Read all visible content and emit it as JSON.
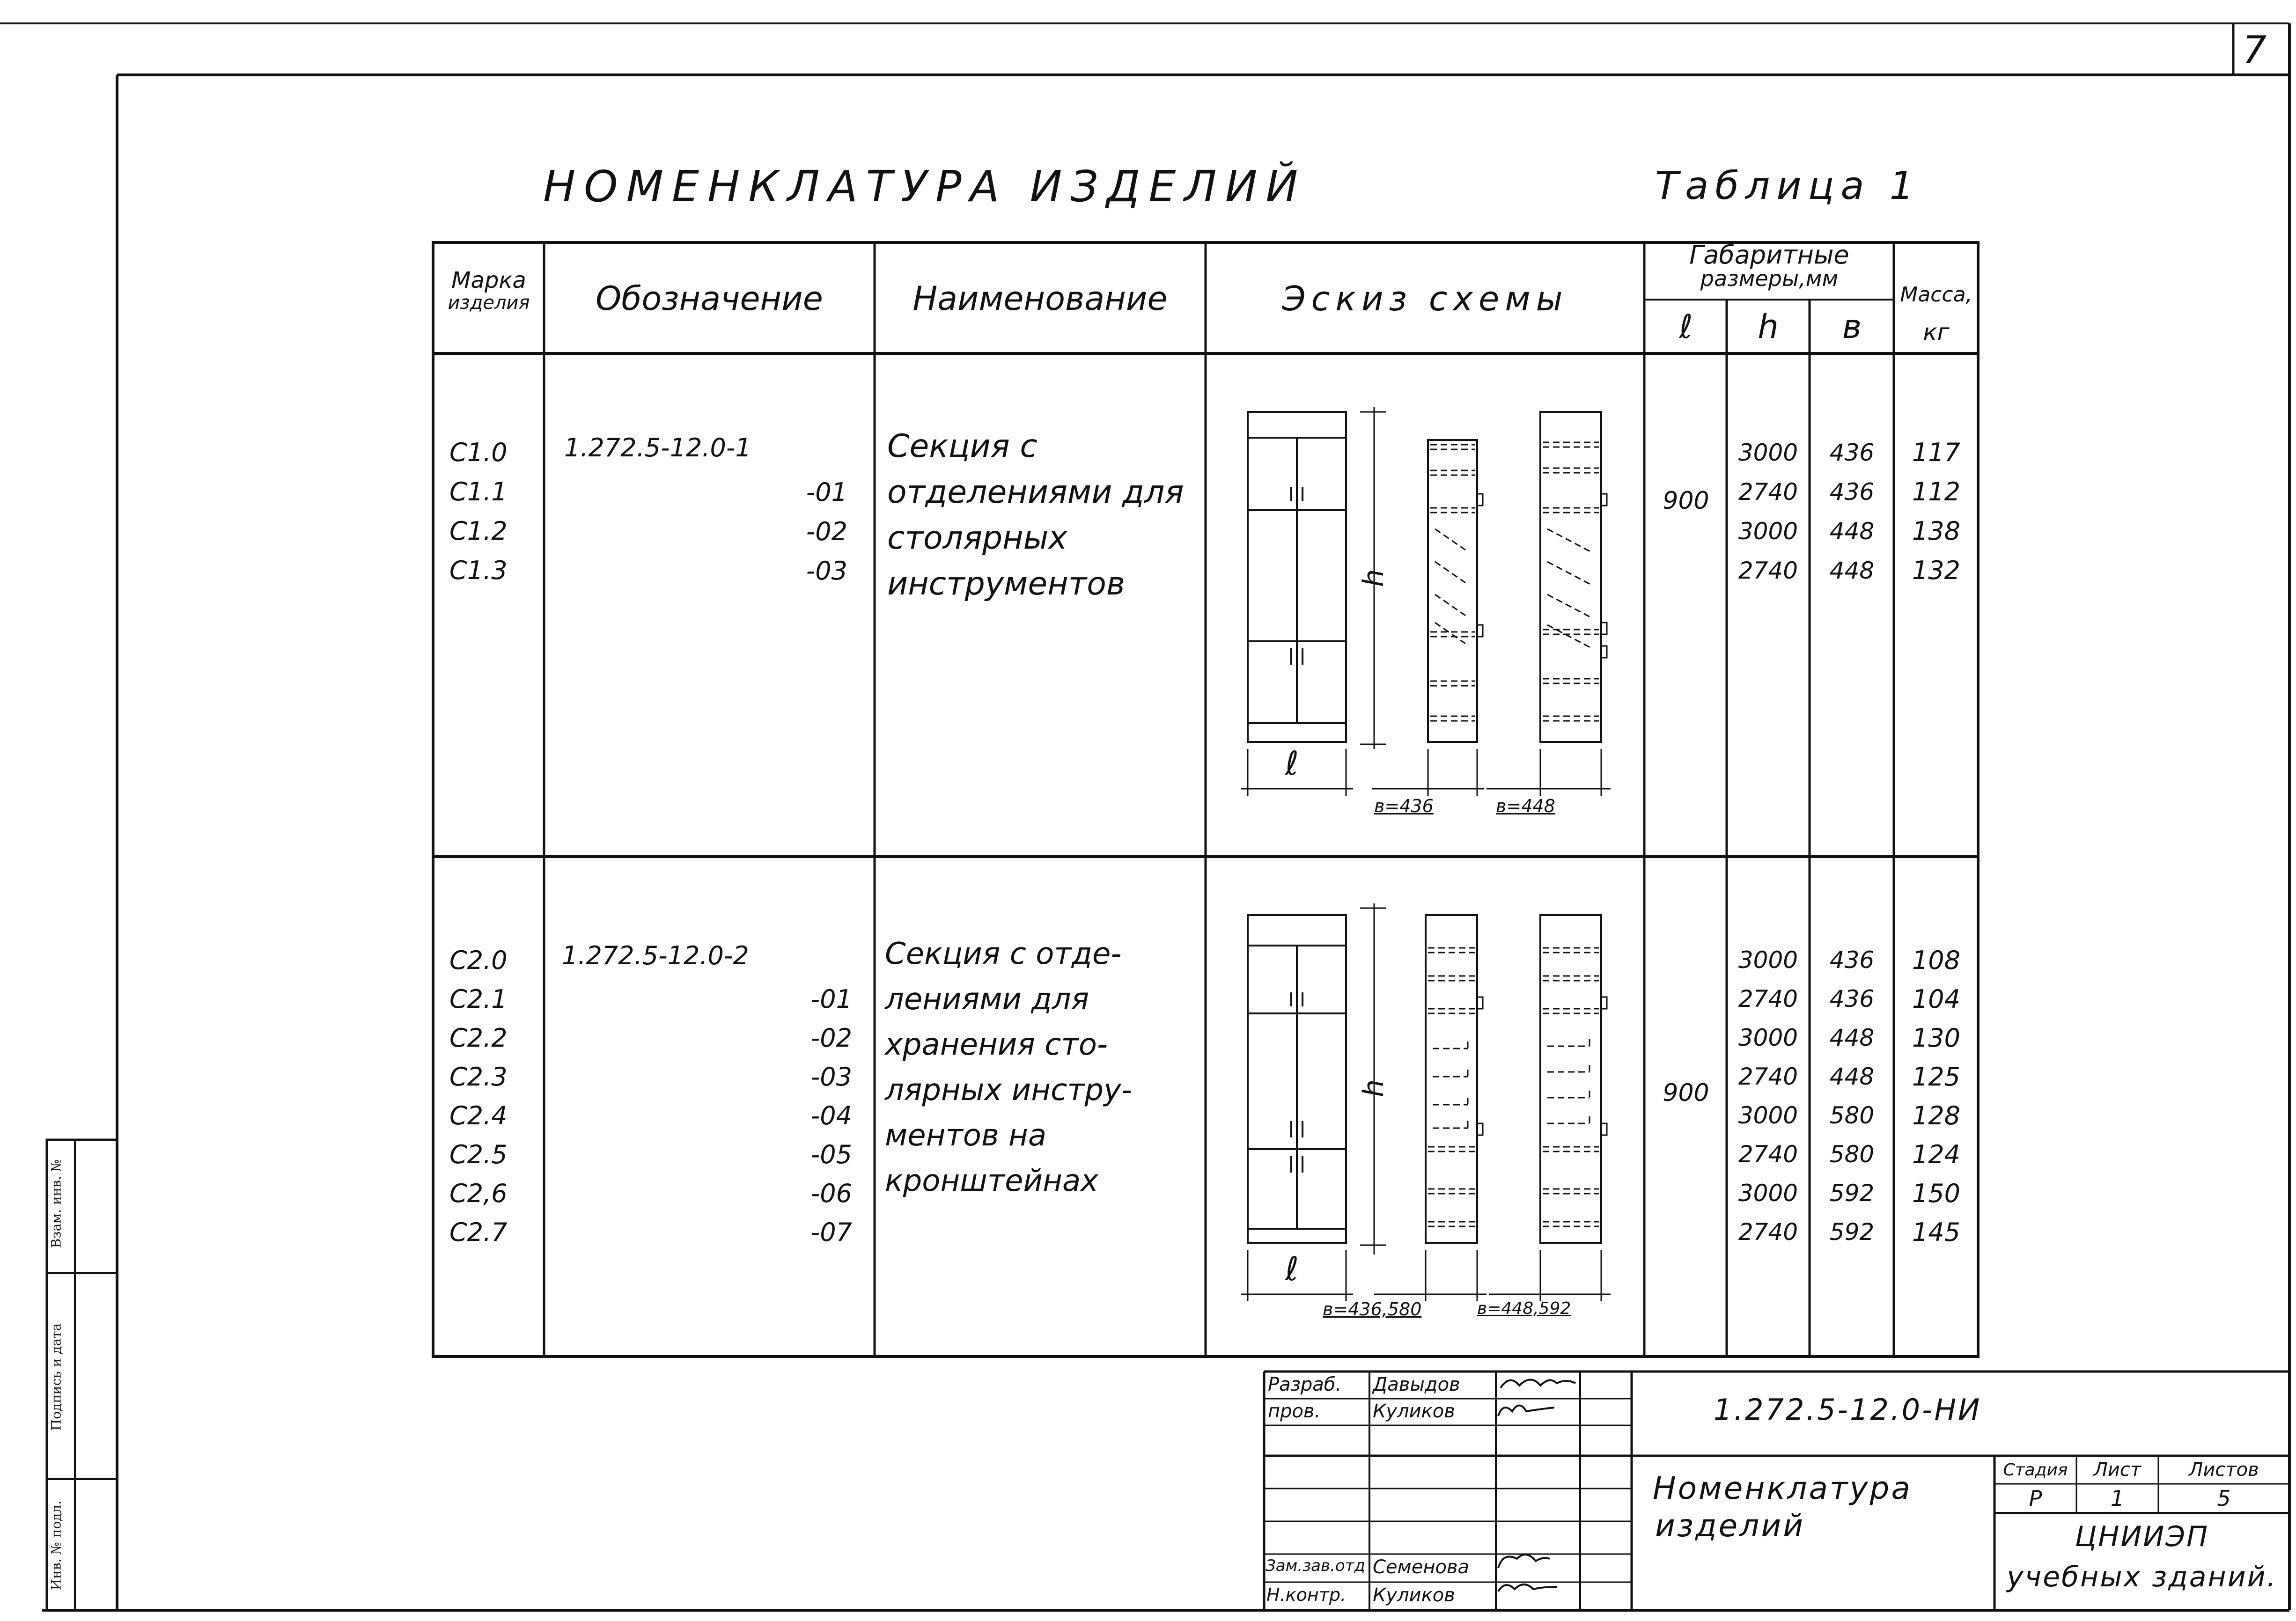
{
  "sheet": {
    "number": "7"
  },
  "header": {
    "title": "НОМЕНКЛАТУРА ИЗДЕЛИЙ",
    "table_label": "Таблица 1"
  },
  "table": {
    "columns": {
      "mark": {
        "line1": "Марка",
        "line2": "изделия"
      },
      "designation": "Обозначение",
      "name": "Наименование",
      "sketch": "Эскиз схемы",
      "dims": {
        "line1": "Габаритные",
        "line2": "размеры,мм",
        "l": "ℓ",
        "h": "h",
        "b": "в"
      },
      "mass": {
        "line1": "Масса,",
        "line2": "кг"
      }
    },
    "groups": [
      {
        "marks": [
          "С1.0",
          "С1.1",
          "С1.2",
          "С1.3"
        ],
        "designation_base": "1.272.5-12.0-1",
        "designation_suffixes": [
          "-01",
          "-02",
          "-03"
        ],
        "name_lines": [
          "Секция с",
          "отделениями для",
          "столярных",
          "инструментов"
        ],
        "l": "900",
        "h": [
          "3000",
          "2740",
          "3000",
          "2740"
        ],
        "b": [
          "436",
          "436",
          "448",
          "448"
        ],
        "mass": [
          "117",
          "112",
          "138",
          "132"
        ],
        "sketch": {
          "h_label": "h",
          "l_label": "ℓ",
          "b1_label": "в=436",
          "b2_label": "в=448"
        }
      },
      {
        "marks": [
          "С2.0",
          "С2.1",
          "С2.2",
          "С2.3",
          "С2.4",
          "С2.5",
          "С2,6",
          "С2.7"
        ],
        "designation_base": "1.272.5-12.0-2",
        "designation_suffixes": [
          "-01",
          "-02",
          "-03",
          "-04",
          "-05",
          "-06",
          "-07"
        ],
        "name_lines": [
          "Секция с отде-",
          "лениями для",
          "хранения сто-",
          "лярных инстру-",
          "ментов на",
          "кронштейнах"
        ],
        "l": "900",
        "h": [
          "3000",
          "2740",
          "3000",
          "2740",
          "3000",
          "2740",
          "3000",
          "2740"
        ],
        "b": [
          "436",
          "436",
          "448",
          "448",
          "580",
          "580",
          "592",
          "592"
        ],
        "mass": [
          "108",
          "104",
          "130",
          "125",
          "128",
          "124",
          "150",
          "145"
        ],
        "sketch": {
          "h_label": "h",
          "l_label": "ℓ",
          "b1_label": "в=436,580",
          "b2_label": "в=448,592"
        }
      }
    ]
  },
  "title_block": {
    "doc_code": "1.272.5-12.0-НИ",
    "doc_title_lines": [
      "Номенклатура",
      "изделий"
    ],
    "roles": [
      {
        "role": "Разраб.",
        "name": "Давыдов"
      },
      {
        "role": "пров.",
        "name": "Куликов"
      },
      {
        "role": "",
        "name": ""
      },
      {
        "role": "",
        "name": ""
      },
      {
        "role": "",
        "name": ""
      },
      {
        "role": "Зам.зав.отд",
        "name": "Семенова"
      },
      {
        "role": "Н.контр.",
        "name": "Куликов"
      }
    ],
    "stage_label": "Стадия",
    "stage": "Р",
    "sheet_label": "Лист",
    "sheet": "1",
    "sheets_label": "Листов",
    "sheets": "5",
    "org_lines": [
      "ЦНИИЭП",
      "учебных зданий."
    ]
  },
  "side_stamp": {
    "fields": [
      "Взам. инв. №",
      "Подпись и дата",
      "Инв. № подл."
    ]
  }
}
